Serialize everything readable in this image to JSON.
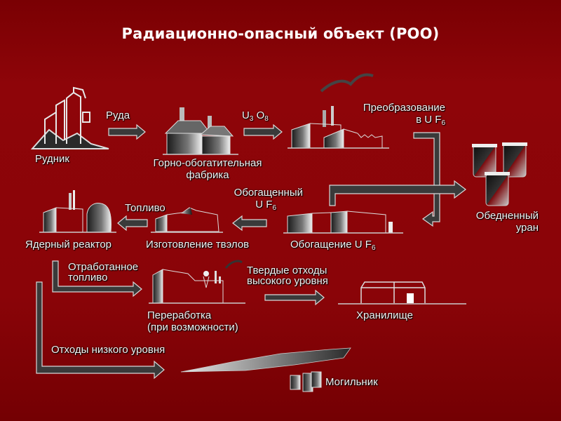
{
  "title": "Радиационно-опасный объект (РОО)",
  "colors": {
    "background": "#8a0408",
    "arrow_fill": "#3a3a3a",
    "outline": "#e6e6e6",
    "text": "#f2f2f2"
  },
  "nodes": {
    "mine": {
      "label": "Рудник",
      "icon": "mine-building-icon"
    },
    "mill": {
      "label_line1": "Горно-обогатительная",
      "label_line2": "фабрика",
      "icon": "factory-icon"
    },
    "conversion": {
      "label_line1": "Преобразование",
      "label_line2_prefix": "в U F",
      "label_line2_sub": "6",
      "icon": "conversion-plant-icon"
    },
    "depleted": {
      "label_line1": "Обедненный",
      "label_line2": "уран",
      "icon": "storage-cylinders-icon"
    },
    "enrichment": {
      "label_prefix": "Обогащение U F",
      "label_sub": "6",
      "icon": "enrichment-plant-icon"
    },
    "fabrication": {
      "label": "Изготовление твэлов",
      "icon": "fuel-fabrication-icon"
    },
    "reactor": {
      "label": "Ядерный реактор",
      "icon": "nuclear-reactor-icon"
    },
    "reprocessing": {
      "label_line1": "Переработка",
      "label_line2": "(при возможности)",
      "icon": "reprocessing-plant-icon"
    },
    "storage": {
      "label": "Хранилище",
      "icon": "storage-building-icon"
    },
    "repository": {
      "label": "Могильник",
      "icon": "burial-site-icon"
    }
  },
  "edges": {
    "ore": {
      "label": "Руда"
    },
    "u3o8": {
      "label_prefix": "U",
      "sub1": "3",
      "label_mid": " O",
      "sub2": "8"
    },
    "enriched": {
      "label_line1": "Обогащенный",
      "label_line2_prefix": "U F",
      "label_line2_sub": "6"
    },
    "fuel": {
      "label": "Топливо"
    },
    "spent_fuel": {
      "label_line1": "Отработанное",
      "label_line2": "топливо"
    },
    "hlw": {
      "label_line1": "Твердые отходы",
      "label_line2": "высокого уровня"
    },
    "llw": {
      "label": "Отходы низкого уровня"
    }
  }
}
